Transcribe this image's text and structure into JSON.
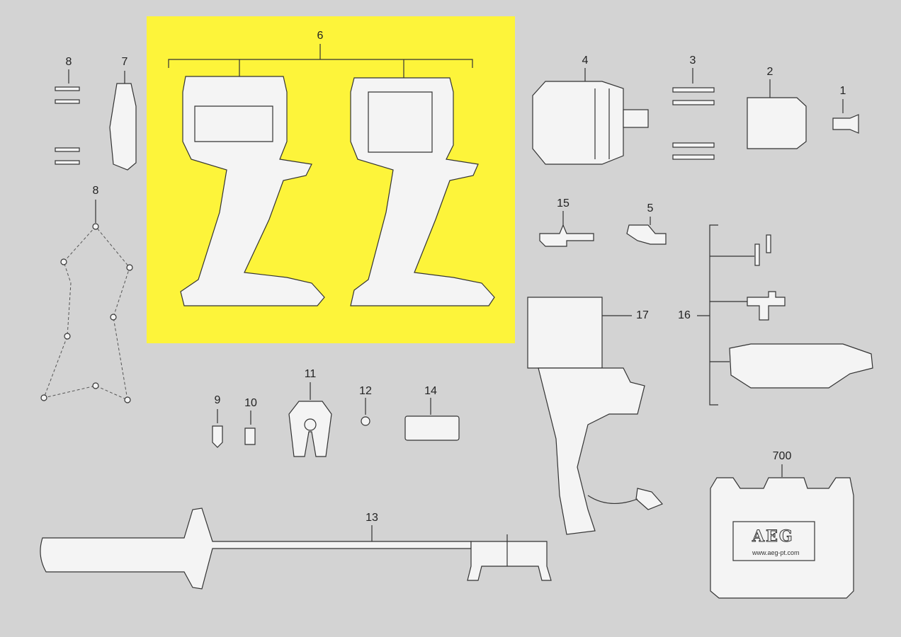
{
  "highlight_color": "#fdf43a",
  "background_color": "#d3d3d3",
  "labels": {
    "p1": "1",
    "p2": "2",
    "p3": "3",
    "p4": "4",
    "p5": "5",
    "p6": "6",
    "p7": "7",
    "p8a": "8",
    "p8b": "8",
    "p9": "9",
    "p10": "10",
    "p11": "11",
    "p12": "12",
    "p13": "13",
    "p14": "14",
    "p15": "15",
    "p16": "16",
    "p17": "17",
    "p700": "700"
  },
  "case": {
    "brand": "AEG",
    "url": "www.aeg-pt.com"
  }
}
